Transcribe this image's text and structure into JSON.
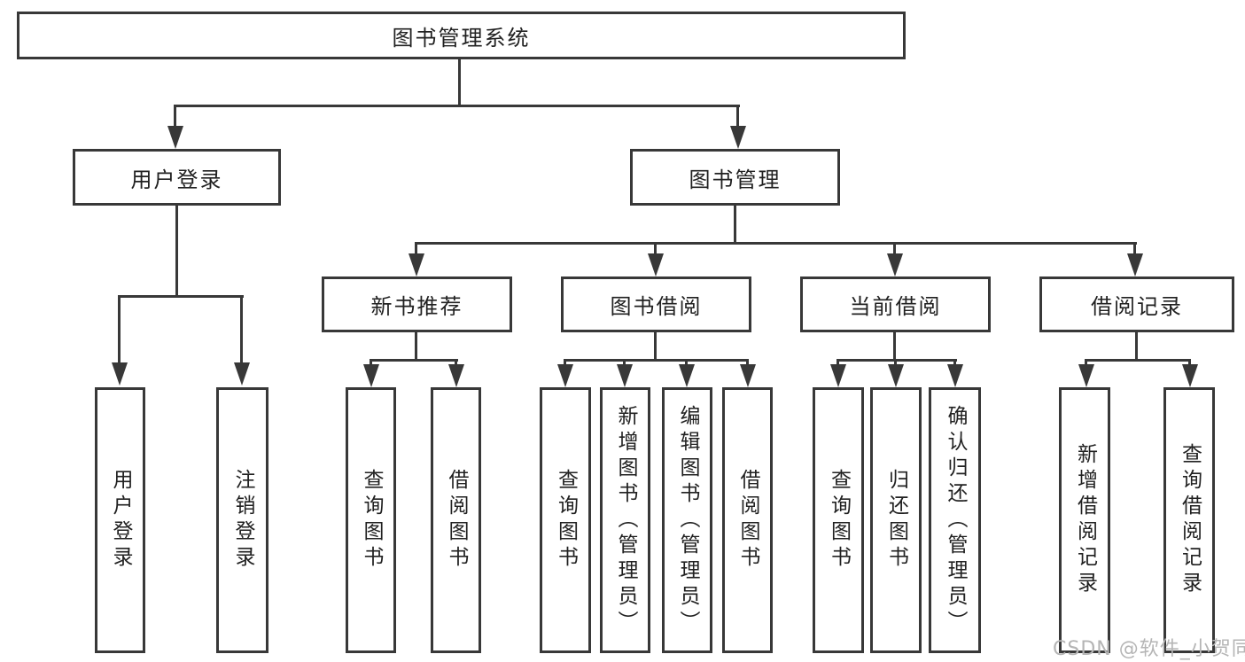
{
  "diagram": {
    "tree": {
      "label": "图书管理系统",
      "children": [
        {
          "label": "用户登录",
          "children": [
            {
              "label": "用户登录"
            },
            {
              "label": "注销登录"
            }
          ]
        },
        {
          "label": "图书管理",
          "children": [
            {
              "label": "新书推荐",
              "children": [
                {
                  "label": "查询图书"
                },
                {
                  "label": "借阅图书"
                }
              ]
            },
            {
              "label": "图书借阅",
              "children": [
                {
                  "label": "查询图书"
                },
                {
                  "label": "新增图书（管理员）"
                },
                {
                  "label": "编辑图书（管理员）"
                },
                {
                  "label": "借阅图书"
                }
              ]
            },
            {
              "label": "当前借阅",
              "children": [
                {
                  "label": "查询图书"
                },
                {
                  "label": "归还图书"
                },
                {
                  "label": "确认归还（管理员）"
                }
              ]
            },
            {
              "label": "借阅记录",
              "children": [
                {
                  "label": "新增借阅记录"
                },
                {
                  "label": "查询借阅记录"
                }
              ]
            }
          ]
        }
      ]
    }
  },
  "watermark": {
    "text": "CSDN @软件_小贺同学"
  },
  "colors": {
    "line": "#383838",
    "text": "#212121",
    "watermark": "#b5b5b5",
    "background": "#ffffff"
  }
}
